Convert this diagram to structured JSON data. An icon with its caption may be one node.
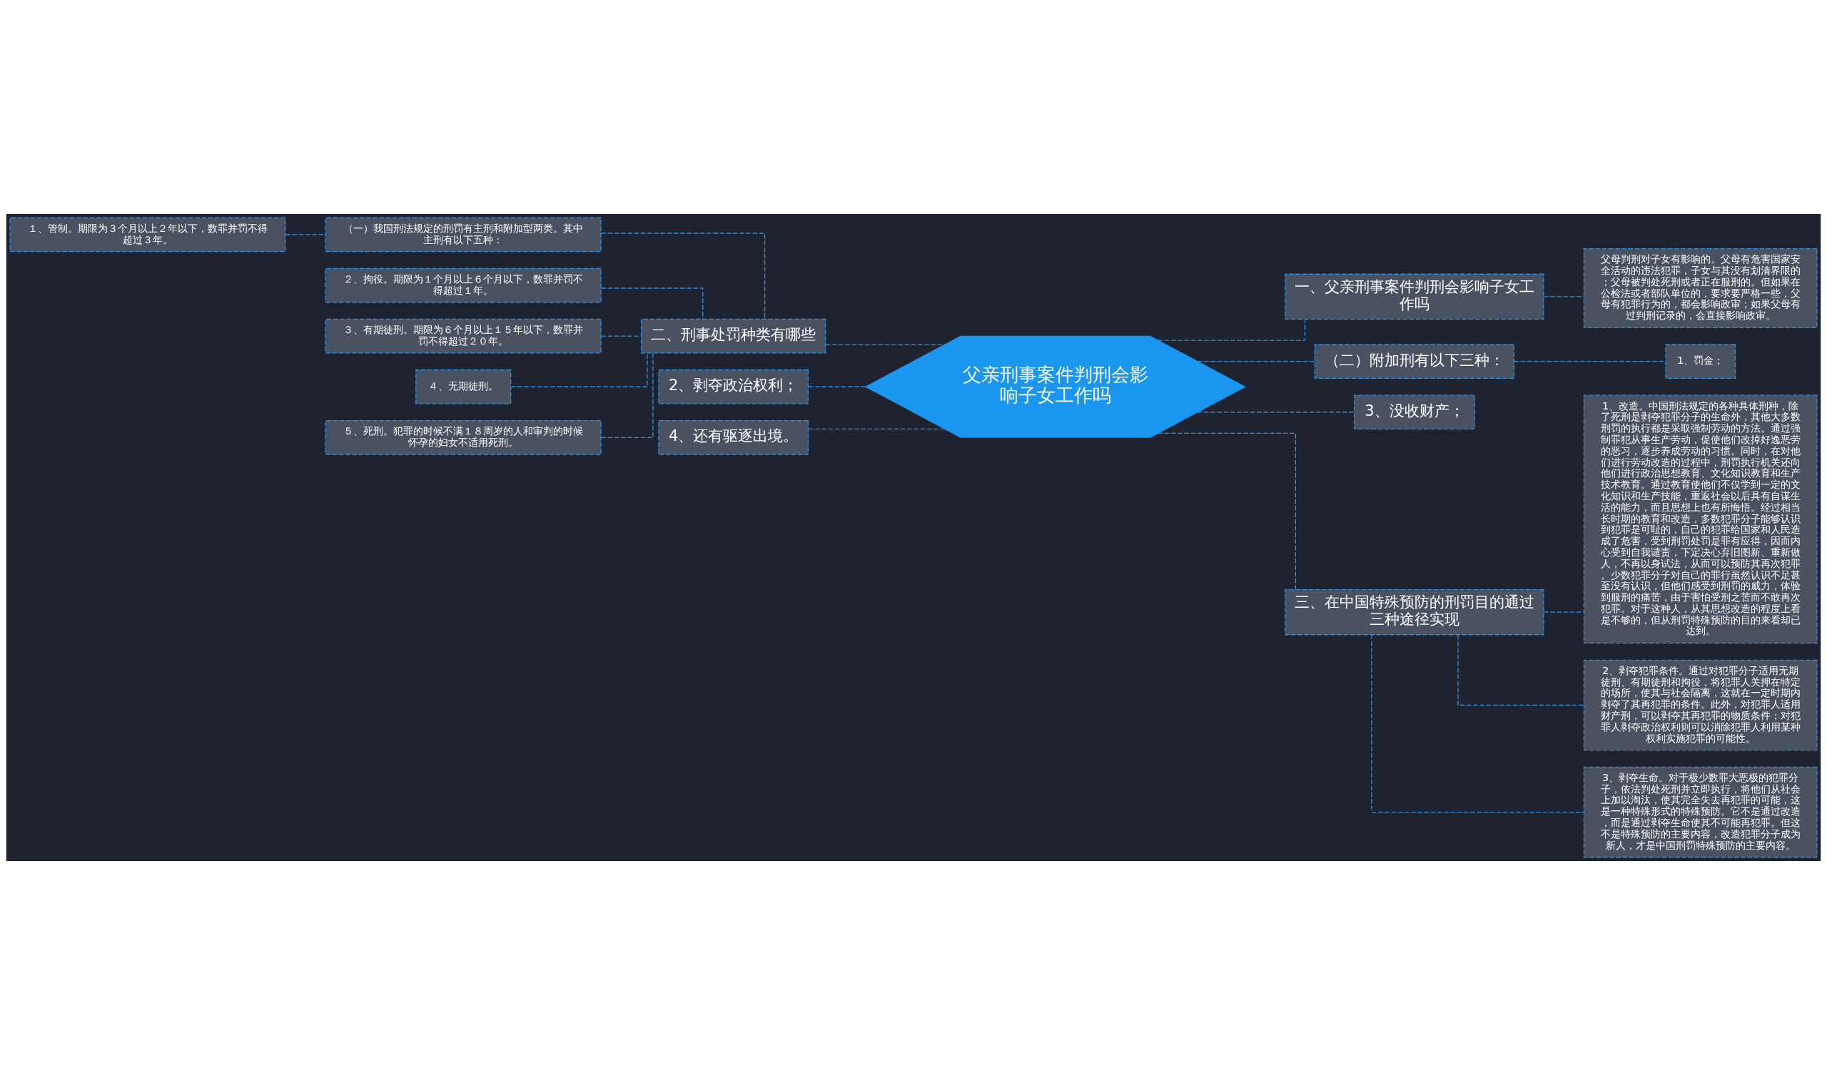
{
  "diagram": {
    "nodes": [
      {
        "text": [
          "父亲刑事案件判刑会影响子女工作吗"
        ]
      },
      {
        "text": [
          "二、刑事处罚种类有哪些"
        ]
      },
      {
        "text": [
          "（一）我国刑法规定的刑罚有主刑和附加型两类。其中主刑有以下五种："
        ]
      },
      {
        "text": [
          "１、管制。期限为３个月以上２年以下，数罪并罚不得超过３年。"
        ]
      },
      {
        "text": [
          "２、拘役。期限为１个月以上６个月以下，数罪并罚不得超过１年。"
        ]
      },
      {
        "text": [
          "３、有期徒刑。期限为６个月以上１５年以下，数罪并罚不得超过２０年。"
        ]
      },
      {
        "text": [
          "４、无期徒刑。"
        ]
      },
      {
        "text": [
          "５、死刑。犯罪的时候不满１８周岁的人和审判的时候怀孕的妇女不适用死刑。"
        ]
      },
      {
        "text": [
          "2、剥夺政治权利；"
        ]
      },
      {
        "text": [
          "4、还有驱逐出境。"
        ]
      },
      {
        "text": [
          "一、父亲刑事案件判刑会影响子女工作吗"
        ]
      },
      {
        "text": [
          "父母判刑对子女有影响的。父母有危害国家安全活动的违法犯罪，子女与其没有划清界限的；父母被判处死刑或者正在服刑的。但如果在公检法或者部队单位的，要求要严格一些，父母有犯罪行为的，都会影响政审；如果父母有过判刑记录的，会直接影响政审。"
        ]
      },
      {
        "text": [
          "（二）附加刑有以下三种："
        ]
      },
      {
        "text": [
          "1、罚金；"
        ]
      },
      {
        "text": [
          "3、没收财产；"
        ]
      },
      {
        "text": [
          "三、在中国特殊预防的刑罚目的通过三种途径实现"
        ]
      },
      {
        "text": [
          "1、改造。中国刑法规定的各种具体刑种，除了死刑是剥夺犯罪分子的生命外，其他大多数刑罚的执行都是采取强制劳动的方法。通过强制罪犯从事生产劳动，促使他们改掉好逸恶劳的恶习，逐步养成劳动的习惯。同时，在对他们进行劳动改造的过程中，刑罚执行机关还向他们进行政治思想教育、文化知识教育和生产技术教育。通过教育使他们不仅学到一定的文化知识和生产技能，重返社会以后具有自谋生活的能力，而且思想上也有所悔悟。经过相当长时期的教育和改造，多数犯罪分子能够认识到犯罪是可耻的，自己的犯罪给国家和人民造成了危害，受到刑罚处罚是罪有应得，因而内心受到自我谴责，下定决心弃旧图新、重新做人，不再以身试法，从而可以预防其再次犯罪。少数犯罪分子对自己的罪行虽然认识不足甚至没有认识，但他们感受到刑罚的威力，体验到服刑的痛苦，由于害怕受刑之苦而不敢再次犯罪。对于这种人，从其思想改造的程度上看是不够的，但从刑罚特殊预防的目的来看却已达到。"
        ]
      },
      {
        "text": [
          "2、剥夺犯罪条件。通过对犯罪分子适用无期徒刑、有期徒刑和拘役，将犯罪人关押在特定的场所，使其与社会隔离，这就在一定时期内剥夺了其再犯罪的条件。此外，对犯罪人适用财产刑，可以剥夺其再犯罪的物质条件；对犯罪人剥夺政治权利则可以消除犯罪人利用某种权利实施犯罪的可能性。"
        ]
      },
      {
        "text": [
          "3、剥夺生命。对于极少数罪大恶极的犯罪分子，依法判处死刑并立即执行，将他们从社会上加以淘汰，使其完全失去再犯罪的可能，这是一种特殊形式的特殊预防。它不是通过改造，而是通过剥夺生命使其不可能再犯罪。但这不是特殊预防的主要内容，改造犯罪分子成为新人，才是中国刑罚特殊预防的主要内容。"
        ]
      }
    ],
    "edges": [
      {
        "from": 1,
        "to": 0,
        "arrow": "none"
      },
      {
        "from": 8,
        "to": 0,
        "arrow": "none"
      },
      {
        "from": 9,
        "to": 0,
        "arrow": "none"
      },
      {
        "from": 2,
        "to": 1,
        "arrow": "none"
      },
      {
        "from": 4,
        "to": 1,
        "arrow": "none"
      },
      {
        "from": 5,
        "to": 1,
        "arrow": "none"
      },
      {
        "from": 6,
        "to": 1,
        "arrow": "none"
      },
      {
        "from": 7,
        "to": 1,
        "arrow": "none"
      },
      {
        "from": 3,
        "to": 2,
        "arrow": "none"
      },
      {
        "from": 0,
        "to": 10,
        "arrow": "none"
      },
      {
        "from": 10,
        "to": 11,
        "arrow": "none"
      },
      {
        "from": 0,
        "to": 12,
        "arrow": "none"
      },
      {
        "from": 12,
        "to": 13,
        "arrow": "none"
      },
      {
        "from": 0,
        "to": 14,
        "arrow": "none"
      },
      {
        "from": 0,
        "to": 15,
        "arrow": "none"
      },
      {
        "from": 15,
        "to": 16,
        "arrow": "none"
      },
      {
        "from": 15,
        "to": 17,
        "arrow": "none"
      },
      {
        "from": 15,
        "to": 18,
        "arrow": "none"
      }
    ]
  }
}
